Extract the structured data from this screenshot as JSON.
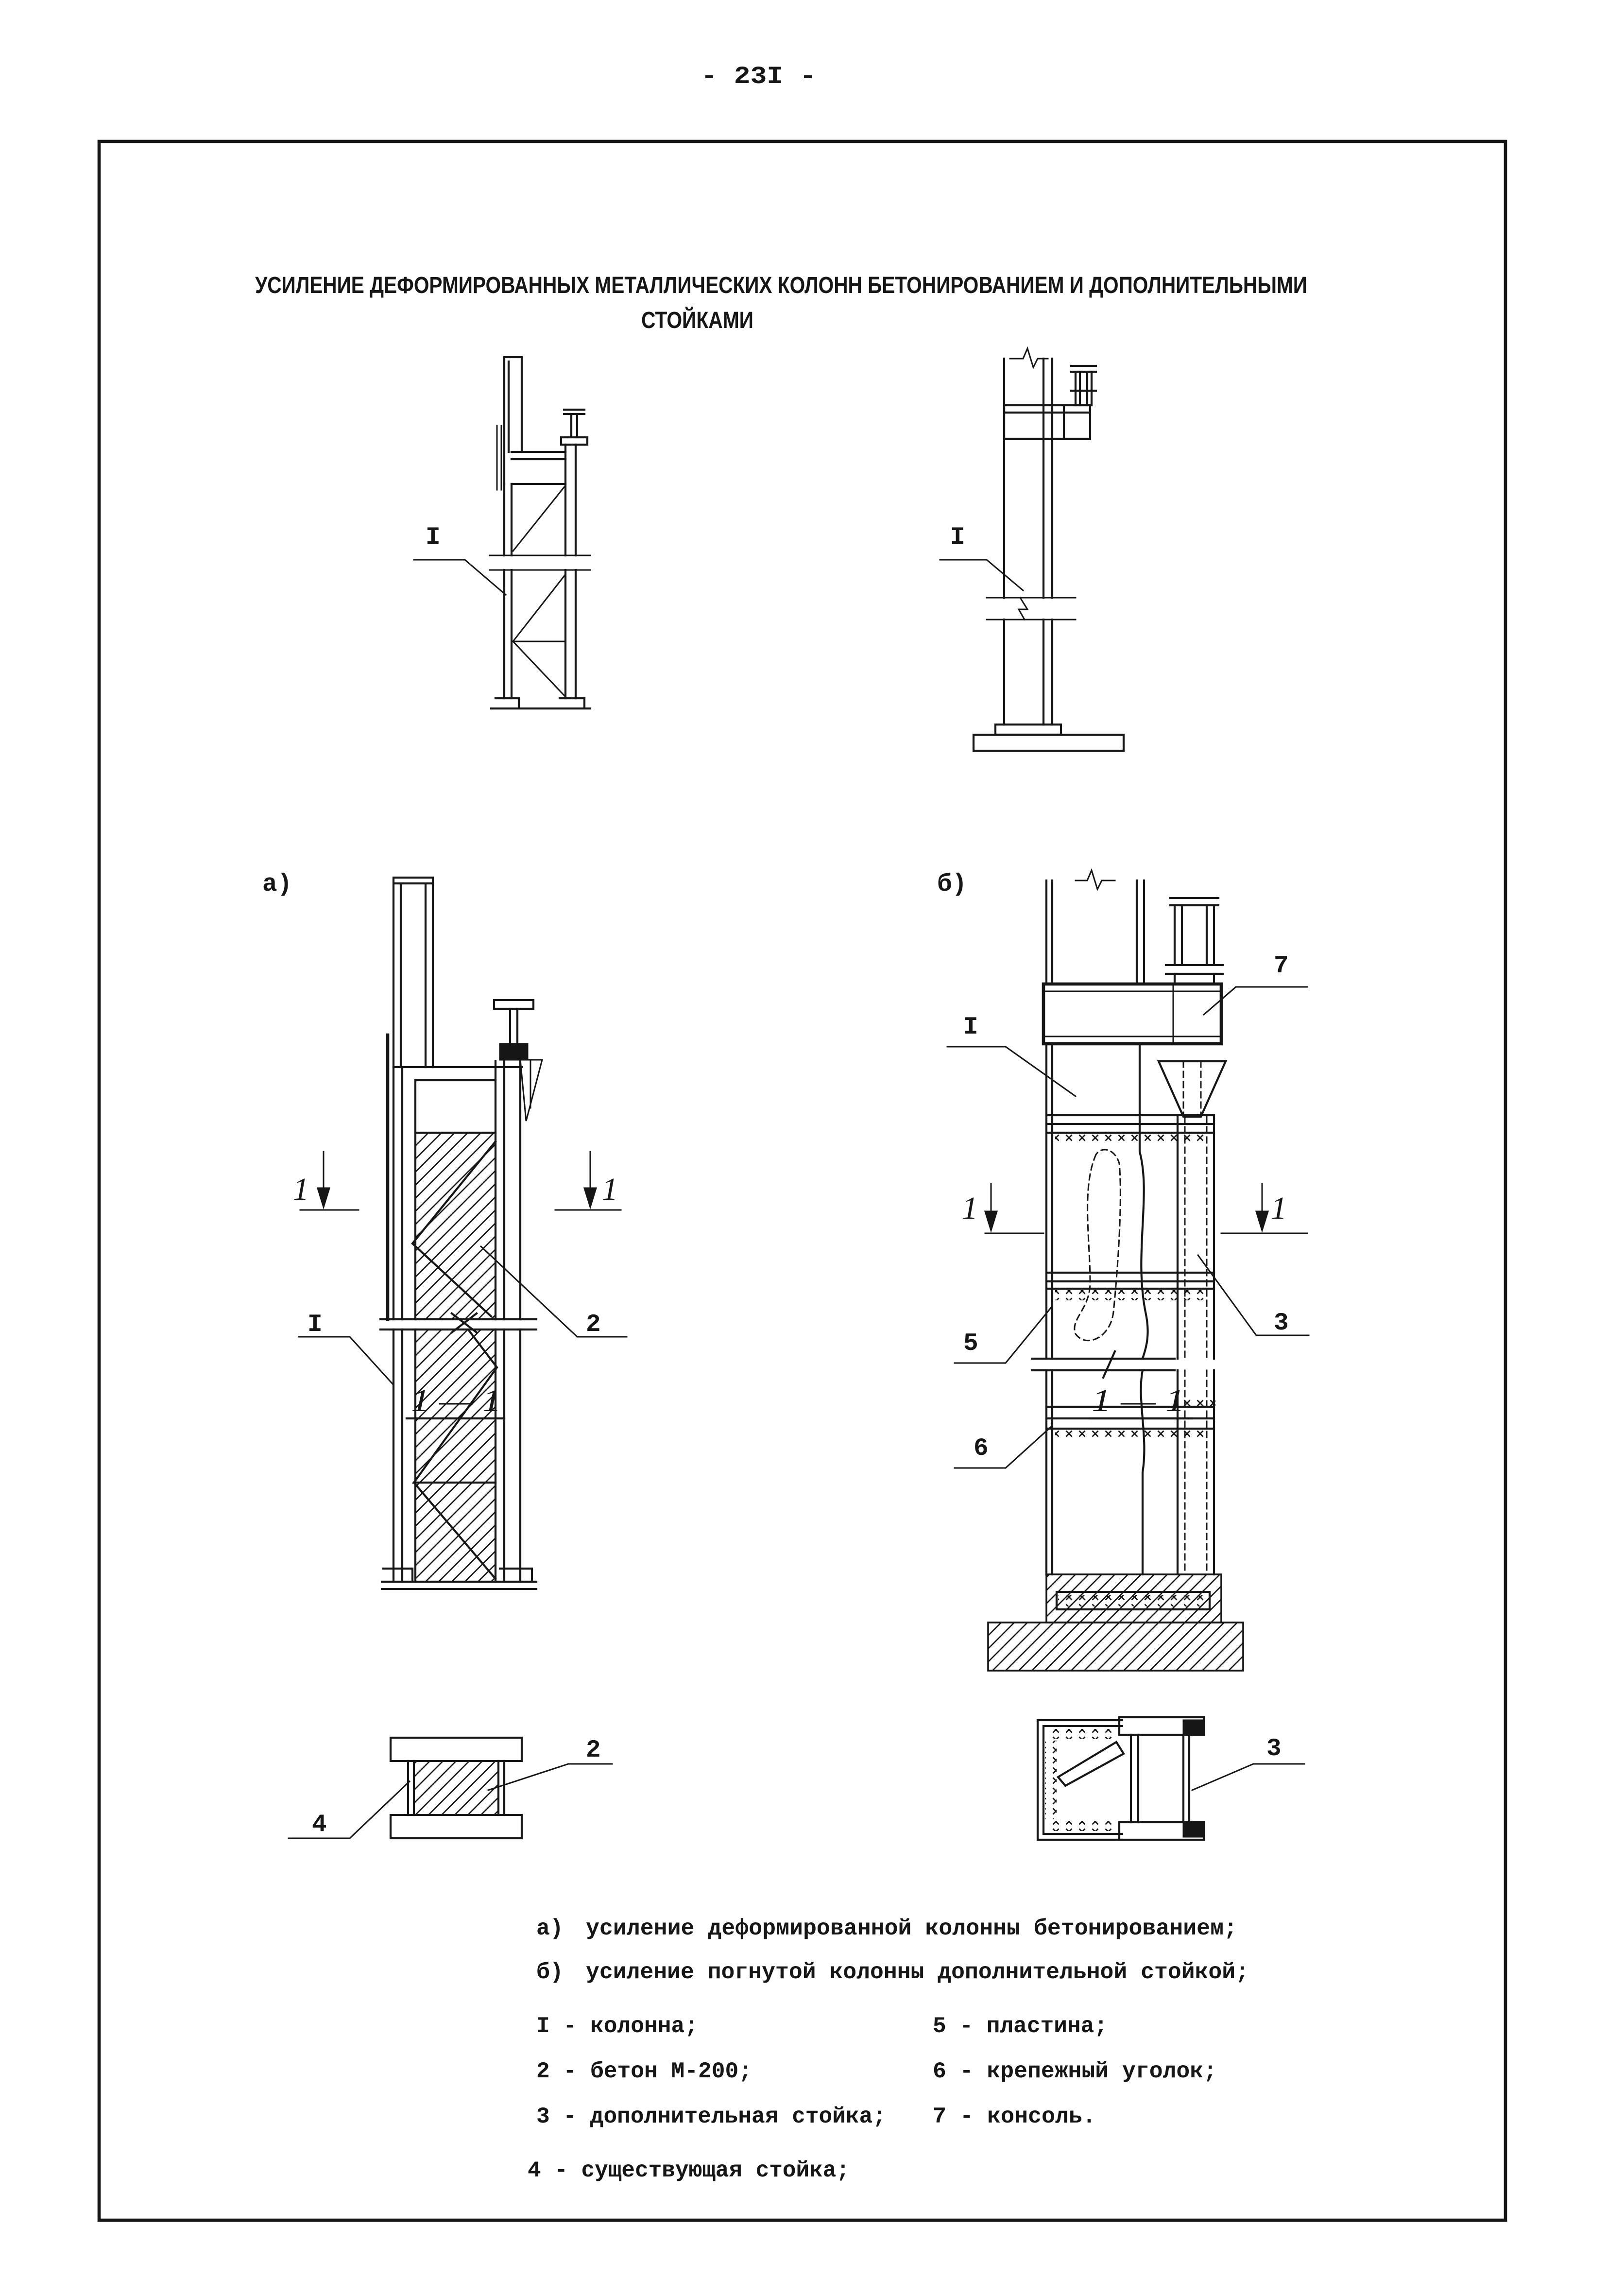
{
  "colors": {
    "ink": "#161616",
    "paper": "#ffffff"
  },
  "page": {
    "number": "- 23I -"
  },
  "title": {
    "line1": "УСИЛЕНИЕ ДЕФОРМИРОВАННЫХ МЕТАЛЛИЧЕСКИХ КОЛОНН БЕТОНИРОВАНИЕМ И ДОПОЛНИТЕЛЬНЫМИ",
    "line2": "СТОЙКАМИ"
  },
  "figures": {
    "small_a": {
      "callout_column": "I"
    },
    "small_b": {
      "callout_column": "I"
    },
    "a": {
      "label": "а)",
      "section_mark_left": "1",
      "section_mark_right": "1",
      "callout_column": "I",
      "callout_concrete": "2"
    },
    "a_section": {
      "title": "1 — 1",
      "callout_concrete": "2",
      "callout_existing_post": "4"
    },
    "b": {
      "label": "б)",
      "section_mark_left": "1",
      "section_mark_right": "1",
      "callout_column": "I",
      "callout_console": "7",
      "callout_additional_post": "3",
      "callout_plate": "5",
      "callout_angle": "6"
    },
    "b_section": {
      "title": "1 — 1",
      "callout_additional_post": "3"
    }
  },
  "captions": [
    {
      "marker": "а)",
      "text": "усиление деформированной колонны бетонированием;"
    },
    {
      "marker": "б)",
      "text": "усиление погнутой колонны дополнительной стойкой;"
    }
  ],
  "legend": {
    "left": [
      "I - колонна;",
      "2 - бетон М-200;",
      "3 - дополнительная стойка;",
      "4 - существующая стойка;"
    ],
    "right": [
      "5 - пластина;",
      "6 - крепежный уголок;",
      "7 - консоль."
    ]
  }
}
